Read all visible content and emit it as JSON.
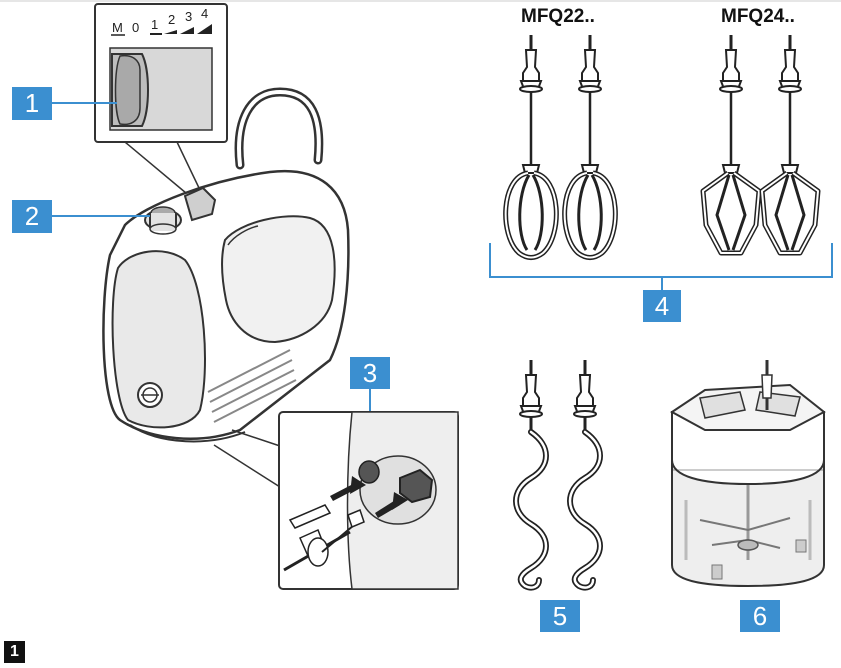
{
  "figure_number": "1",
  "speed_labels": [
    "M",
    "0",
    "1",
    "2",
    "3",
    "4"
  ],
  "models": {
    "left": "MFQ22..",
    "right": "MFQ24.."
  },
  "callouts": {
    "c1": "1",
    "c2": "2",
    "c3": "3",
    "c4": "4",
    "c5": "5",
    "c6": "6"
  },
  "colors": {
    "callout_blue": "#3b8fd0",
    "line": "#333333"
  }
}
